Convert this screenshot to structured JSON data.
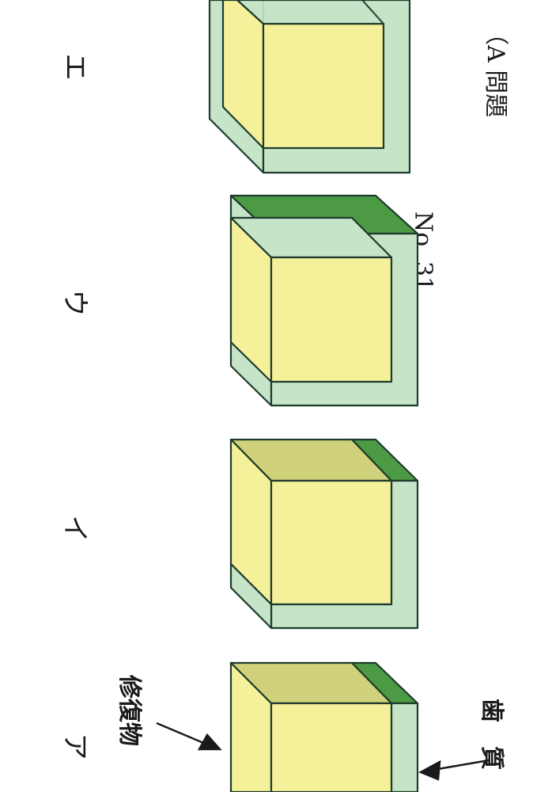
{
  "header": {
    "exam_tag": "（A 問題",
    "number": "No. 31"
  },
  "options": [
    {
      "key": "a",
      "label": "ア"
    },
    {
      "key": "i",
      "label": "イ"
    },
    {
      "key": "u",
      "label": "ウ"
    },
    {
      "key": "e",
      "label": "エ"
    }
  ],
  "annotations": {
    "restoration": "修復物",
    "tooth": "歯　質"
  },
  "colors": {
    "restoration_face": "#f5f09a",
    "restoration_top": "#cfd27a",
    "tooth_face": "#c6e5c8",
    "tooth_dark": "#4d9a45",
    "outline": "#1e3b2c"
  }
}
